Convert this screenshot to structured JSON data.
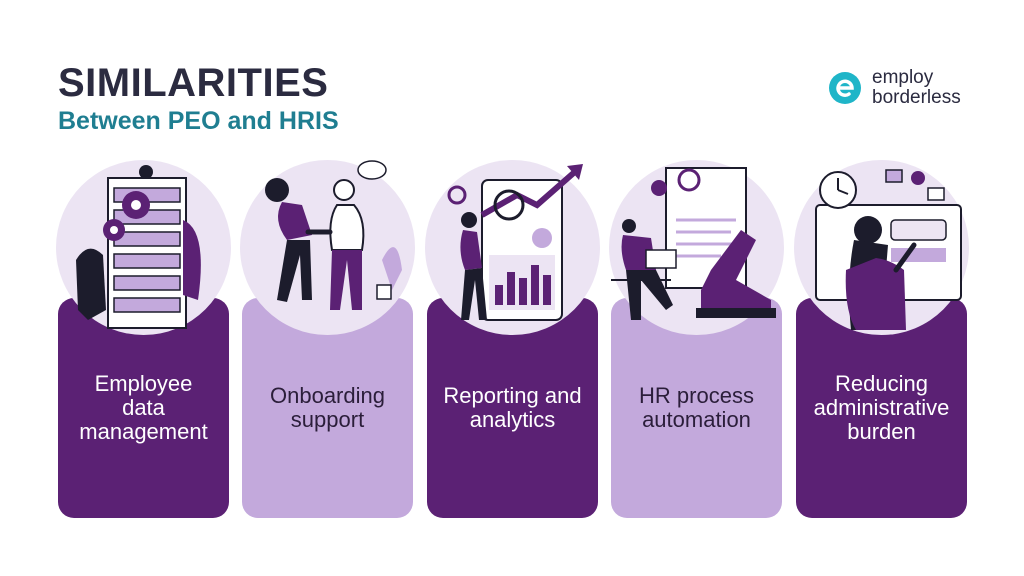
{
  "header": {
    "title": "SIMILARITIES",
    "subtitle": "Between PEO and HRIS"
  },
  "logo": {
    "line1": "employ",
    "line2": "borderless",
    "icon": "e-logo-icon",
    "accent": "#1fb5c8"
  },
  "colors": {
    "dark_purple": "#5b2174",
    "light_purple": "#c3a9dc",
    "blob": "#ece4f3",
    "title": "#2b2b40",
    "subtitle": "#1f7e91"
  },
  "cards": [
    {
      "label_lines": [
        "Employee",
        "data",
        "management"
      ],
      "theme": "dark",
      "icon": "server-gears-illustration"
    },
    {
      "label_lines": [
        "Onboarding",
        "support"
      ],
      "theme": "light",
      "icon": "handshake-illustration"
    },
    {
      "label_lines": [
        "Reporting and",
        "analytics"
      ],
      "theme": "dark",
      "icon": "analytics-chart-illustration"
    },
    {
      "label_lines": [
        "HR process",
        "automation"
      ],
      "theme": "light",
      "icon": "robot-arm-illustration"
    },
    {
      "label_lines": [
        "Reducing",
        "administrative",
        "burden"
      ],
      "theme": "dark",
      "icon": "dashboard-clock-illustration"
    }
  ]
}
